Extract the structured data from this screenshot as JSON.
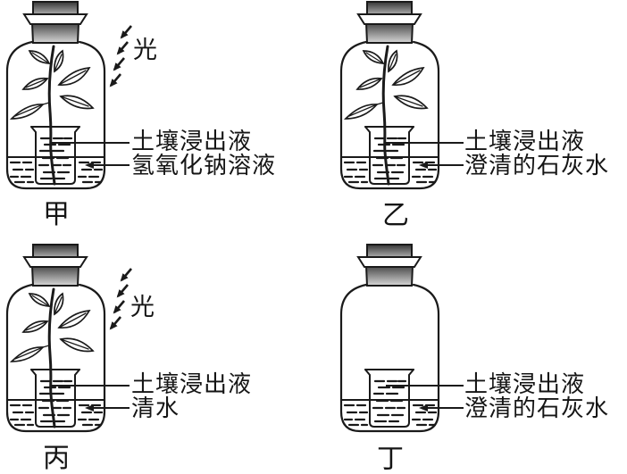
{
  "colors": {
    "line": "#1a1a1a",
    "background": "#ffffff",
    "stopper_dark": "#3f3f3f",
    "stopper_light": "#cfcfcf"
  },
  "panels": [
    {
      "name": "甲",
      "light_label": "光",
      "beaker_label": "土壤浸出液",
      "bottle_liquid_label": "氢氧化钠溶液",
      "has_plant": true,
      "has_light": true
    },
    {
      "name": "乙",
      "beaker_label": "土壤浸出液",
      "bottle_liquid_label": "澄清的石灰水",
      "has_plant": true,
      "has_light": false
    },
    {
      "name": "丙",
      "light_label": "光",
      "beaker_label": "土壤浸出液",
      "bottle_liquid_label": "清水",
      "has_plant": true,
      "has_light": true
    },
    {
      "name": "丁",
      "beaker_label": "土壤浸出液",
      "bottle_liquid_label": "澄清的石灰水",
      "has_plant": false,
      "has_light": false
    }
  ]
}
